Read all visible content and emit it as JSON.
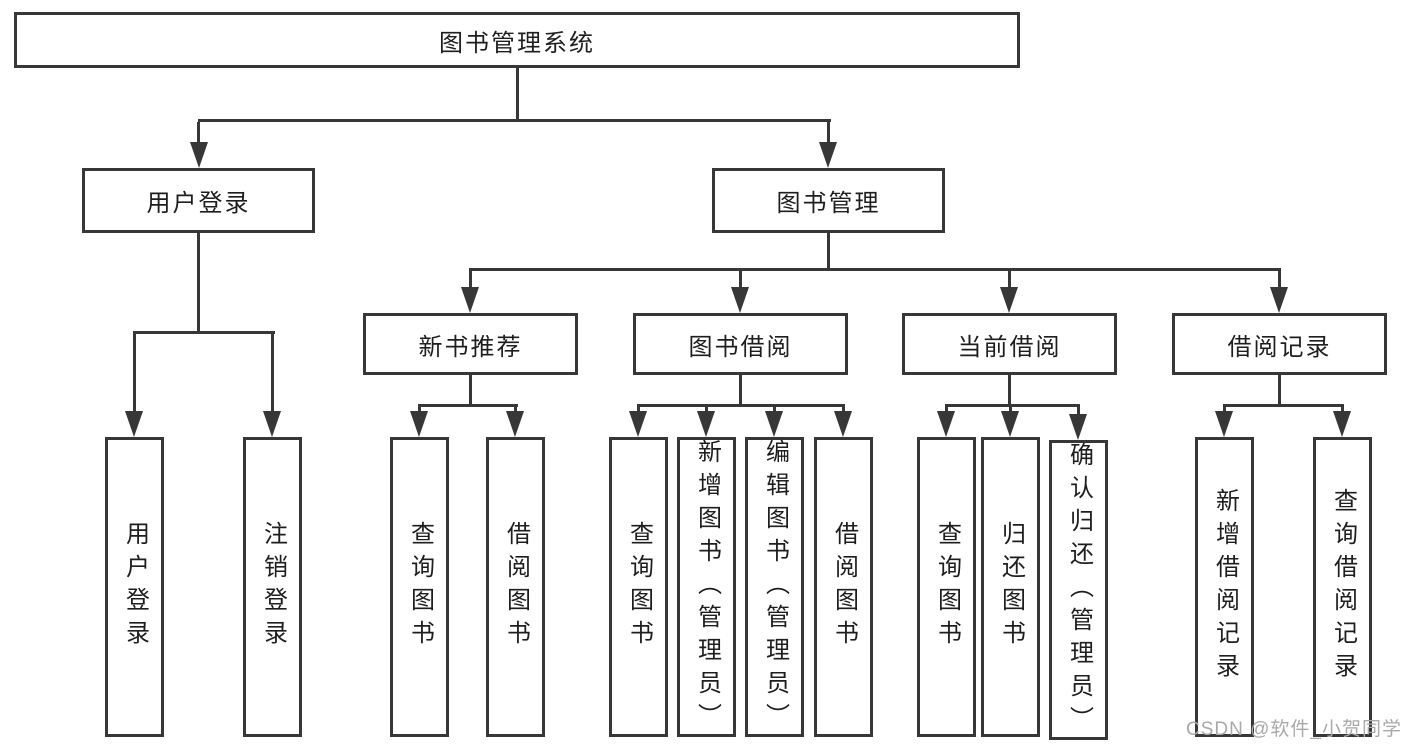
{
  "colors": {
    "line": "#373737",
    "text": "#1e1e1e",
    "background": "#ffffff",
    "watermark": "#a9a9a9"
  },
  "watermark": "CSDN @软件_小贺同学",
  "tree": {
    "root": "图书管理系统",
    "children": [
      {
        "label": "用户登录",
        "children": [
          {
            "label": "用户登录"
          },
          {
            "label": "注销登录"
          }
        ]
      },
      {
        "label": "图书管理",
        "children": [
          {
            "label": "新书推荐",
            "children": [
              {
                "label": "查询图书"
              },
              {
                "label": "借阅图书"
              }
            ]
          },
          {
            "label": "图书借阅",
            "children": [
              {
                "label": "查询图书"
              },
              {
                "label": "新增图书（管理员）"
              },
              {
                "label": "编辑图书（管理员）"
              },
              {
                "label": "借阅图书"
              }
            ]
          },
          {
            "label": "当前借阅",
            "children": [
              {
                "label": "查询图书"
              },
              {
                "label": "归还图书"
              },
              {
                "label": "确认归还（管理员）"
              }
            ]
          },
          {
            "label": "借阅记录",
            "children": [
              {
                "label": "新增借阅记录"
              },
              {
                "label": "查询借阅记录"
              }
            ]
          }
        ]
      }
    ]
  }
}
